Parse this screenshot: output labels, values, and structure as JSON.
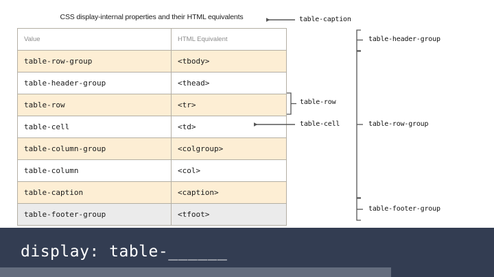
{
  "caption": {
    "text": "CSS display-internal properties and their HTML equivalents"
  },
  "table": {
    "columns": [
      "Value",
      "HTML Equivalent"
    ],
    "rows": [
      {
        "value": "table-row-group",
        "html": "<tbody>",
        "style": "cream"
      },
      {
        "value": "table-header-group",
        "html": "<thead>",
        "style": "white"
      },
      {
        "value": "table-row",
        "html": "<tr>",
        "style": "cream"
      },
      {
        "value": "table-cell",
        "html": "<td>",
        "style": "white"
      },
      {
        "value": "table-column-group",
        "html": "<colgroup>",
        "style": "cream"
      },
      {
        "value": "table-column",
        "html": "<col>",
        "style": "white"
      },
      {
        "value": "table-caption",
        "html": "<caption>",
        "style": "cream"
      },
      {
        "value": "table-footer-group",
        "html": "<tfoot>",
        "style": "gray"
      }
    ]
  },
  "annotations": {
    "caption_label": "table-caption",
    "header_group_label": "table-header-group",
    "row_label": "table-row",
    "cell_label": "table-cell",
    "row_group_label": "table-row-group",
    "footer_group_label": "table-footer-group"
  },
  "banner": {
    "text": "display: table-______"
  },
  "colors": {
    "cream_row": "#fdeed4",
    "gray_row": "#ebebeb",
    "border": "#b3aea3",
    "banner_bg": "#333d52",
    "progress_bg": "#646d7e",
    "annotation_line": "#555555",
    "header_text": "#8c8c8c"
  }
}
